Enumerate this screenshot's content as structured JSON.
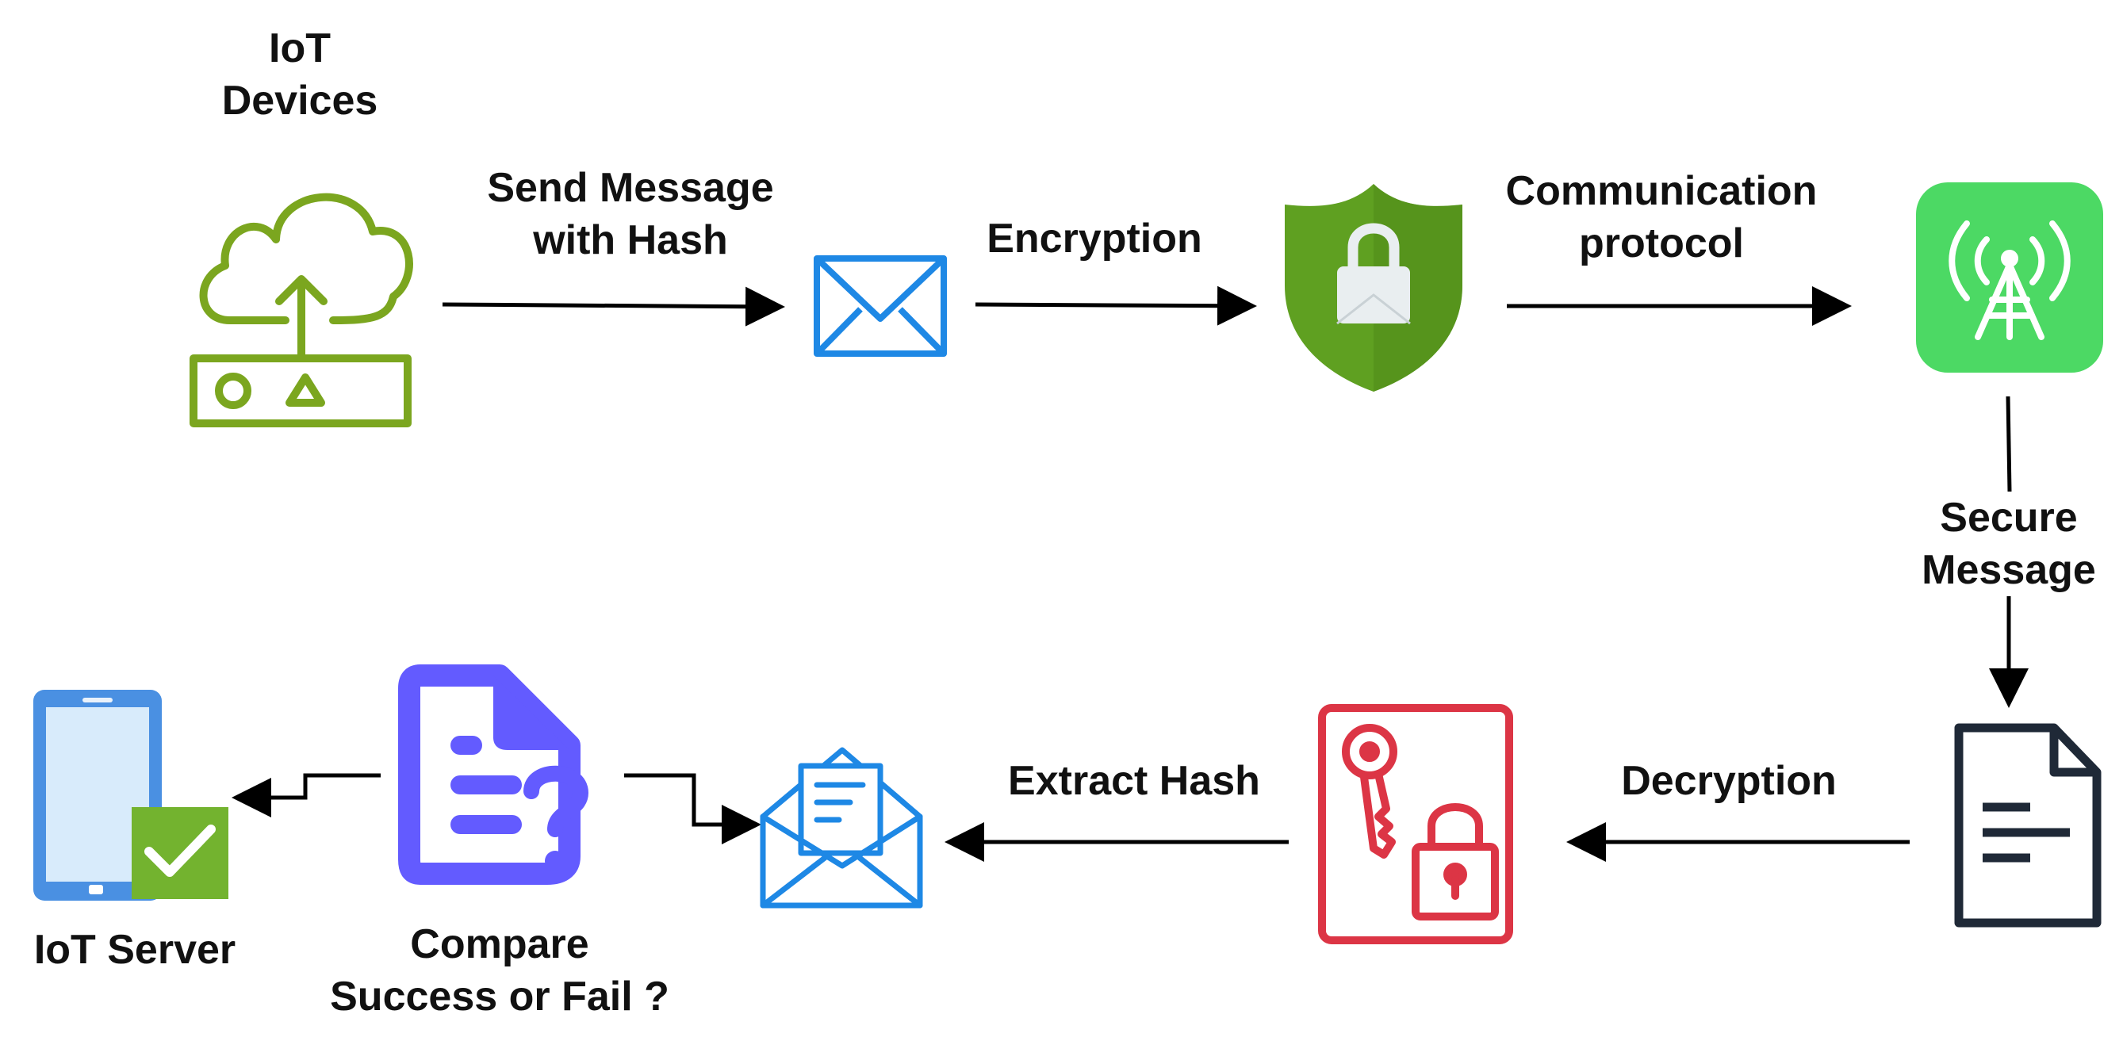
{
  "nodes": {
    "iot_devices": {
      "label_lines": [
        "IoT",
        "Devices"
      ],
      "icon": "cloud-upload-router-icon",
      "color": "#7ba61f"
    },
    "message": {
      "icon": "envelope-icon",
      "color": "#1e88e5"
    },
    "encryption_shield": {
      "icon": "shield-lock-icon",
      "color": "#5fa021"
    },
    "tower": {
      "icon": "antenna-tower-icon",
      "color": "#4cd964"
    },
    "document": {
      "icon": "document-icon",
      "color": "#1f2937"
    },
    "key_lock": {
      "icon": "key-lock-icon",
      "color": "#dc3545"
    },
    "open_envelope": {
      "icon": "open-envelope-letter-icon",
      "color": "#1e88e5"
    },
    "compare": {
      "label_lines": [
        "Compare",
        "Success or Fail ?"
      ],
      "icon": "document-question-icon",
      "color": "#635bff"
    },
    "iot_server": {
      "label_lines": [
        "IoT Server"
      ],
      "icon": "phone-check-icon",
      "color": "#4a90e2"
    }
  },
  "edges": [
    {
      "id": "send-message",
      "label_lines": [
        "Send Message",
        "with Hash"
      ]
    },
    {
      "id": "encryption",
      "label_lines": [
        "Encryption"
      ]
    },
    {
      "id": "communication-protocol",
      "label_lines": [
        "Communication",
        "protocol"
      ]
    },
    {
      "id": "secure-message",
      "label_lines": [
        "Secure",
        "Message"
      ]
    },
    {
      "id": "decryption",
      "label_lines": [
        "Decryption"
      ]
    },
    {
      "id": "extract-hash",
      "label_lines": [
        "Extract Hash"
      ]
    },
    {
      "id": "to-compare",
      "label_lines": []
    },
    {
      "id": "to-server",
      "label_lines": []
    }
  ]
}
